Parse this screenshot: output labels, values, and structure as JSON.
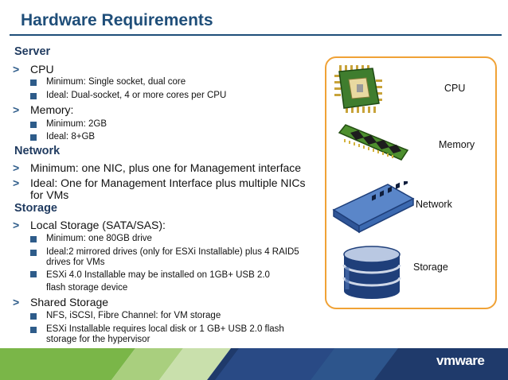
{
  "slide": {
    "title": "Hardware Requirements"
  },
  "content": {
    "server": {
      "heading": "Server",
      "cpu": {
        "label": "CPU",
        "items": [
          "Minimum: Single socket, dual core",
          "Ideal: Dual-socket, 4 or more cores per CPU"
        ]
      },
      "memory": {
        "label": "Memory:",
        "items": [
          "Minimum: 2GB",
          "Ideal: 8+GB"
        ]
      }
    },
    "network": {
      "heading": "Network",
      "items": [
        "Minimum: one NIC, plus one for Management interface",
        "Ideal: One for Management Interface plus multiple NICs for VMs"
      ]
    },
    "storage": {
      "heading": "Storage",
      "local": {
        "label": "Local Storage (SATA/SAS):",
        "items": [
          "Minimum: one 80GB drive",
          "Ideal:2 mirrored drives (only for ESXi Installable) plus 4 RAID5 drives for VMs",
          "ESXi 4.0 Installable may be installed on 1GB+ USB 2.0 flash storage device"
        ]
      },
      "shared": {
        "label": "Shared Storage",
        "items": [
          "NFS, iSCSI, Fibre Channel: for VM storage",
          "ESXi Installable requires local disk or 1 GB+ USB 2.0 flash storage for the hypervisor"
        ]
      }
    }
  },
  "panel": {
    "labels": {
      "cpu": "CPU",
      "memory": "Memory",
      "network": "Network",
      "storage": "Storage"
    },
    "icons": [
      "cpu-chip-icon",
      "memory-module-icon",
      "network-switch-icon",
      "storage-database-icon"
    ]
  },
  "footer": {
    "logo_text": "vmware",
    "colors": {
      "green": "#7ab648",
      "light_green": "#a9cf7e",
      "navy": "#1f3a6b",
      "blue": "#3b6fae"
    }
  },
  "colors": {
    "title": "#1f4e79",
    "accent": "#2e5c8a",
    "panel_border": "#f0a236"
  }
}
